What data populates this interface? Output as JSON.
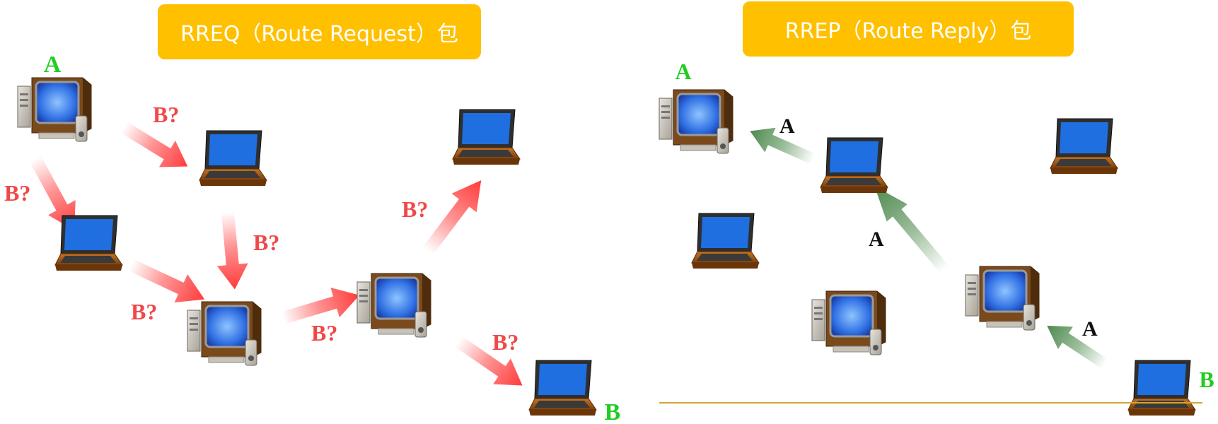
{
  "panels": {
    "rreq": {
      "title": "RREQ（Route Request）包"
    },
    "rrep": {
      "title": "RREP（Route Reply）包"
    }
  },
  "nodes": {
    "source": "A",
    "destination": "B"
  },
  "labels": {
    "request": "B?",
    "reply": "A"
  },
  "colors": {
    "banner": "#FFC000",
    "source_label": "#22CC22",
    "destination_label": "#22CC22",
    "request_arrow": "#FF3B3B",
    "reply_arrow": "#4E8A4E",
    "request_text": "#F04848",
    "reply_text": "#111111",
    "baseline": "#D4A531"
  }
}
